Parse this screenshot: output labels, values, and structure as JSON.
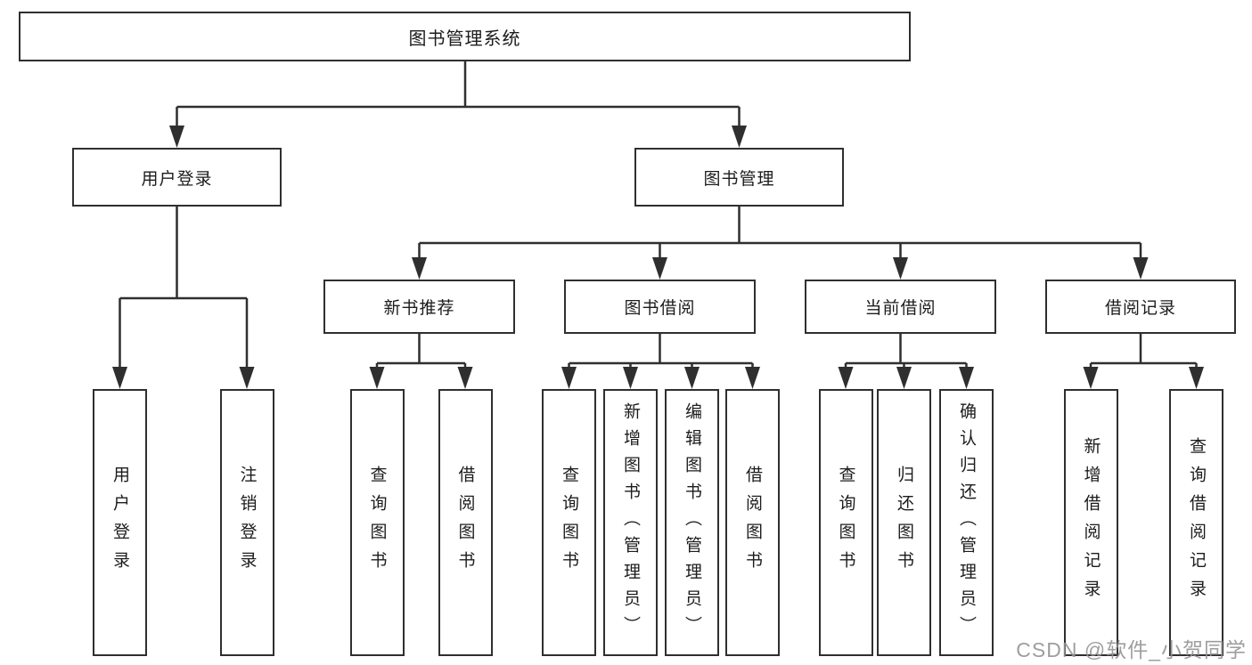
{
  "diagram": {
    "type": "hierarchy-tree",
    "colors": {
      "line": "#2f2f2f",
      "box_border": "#2f2f2f",
      "box_fill": "#ffffff",
      "text": "#1c1c1c",
      "watermark": "#949494",
      "background": "#ffffff"
    },
    "nodes": {
      "root": "图书管理系统",
      "login": "用户登录",
      "mgmt": "图书管理",
      "newbook": "新书推荐",
      "borrow": "图书借阅",
      "current": "当前借阅",
      "records": "借阅记录",
      "login_user": "用户登录",
      "login_logout": "注销登录",
      "newbook_query": "查询图书",
      "newbook_borrow": "借阅图书",
      "borrow_query": "查询图书",
      "borrow_add": "新增图书（管理员）",
      "borrow_edit": "编辑图书（管理员）",
      "borrow_borrow": "借阅图书",
      "current_query": "查询图书",
      "current_return": "归还图书",
      "current_confirm": "确认归还（管理员）",
      "records_add": "新增借阅记录",
      "records_query": "查询借阅记录"
    },
    "edges": [
      [
        "root",
        "login"
      ],
      [
        "root",
        "mgmt"
      ],
      [
        "login",
        "login_user"
      ],
      [
        "login",
        "login_logout"
      ],
      [
        "mgmt",
        "newbook"
      ],
      [
        "mgmt",
        "borrow"
      ],
      [
        "mgmt",
        "current"
      ],
      [
        "mgmt",
        "records"
      ],
      [
        "newbook",
        "newbook_query"
      ],
      [
        "newbook",
        "newbook_borrow"
      ],
      [
        "borrow",
        "borrow_query"
      ],
      [
        "borrow",
        "borrow_add"
      ],
      [
        "borrow",
        "borrow_edit"
      ],
      [
        "borrow",
        "borrow_borrow"
      ],
      [
        "current",
        "current_query"
      ],
      [
        "current",
        "current_return"
      ],
      [
        "current",
        "current_confirm"
      ],
      [
        "records",
        "records_add"
      ],
      [
        "records",
        "records_query"
      ]
    ]
  },
  "watermark": "CSDN @软件_小贺同学"
}
